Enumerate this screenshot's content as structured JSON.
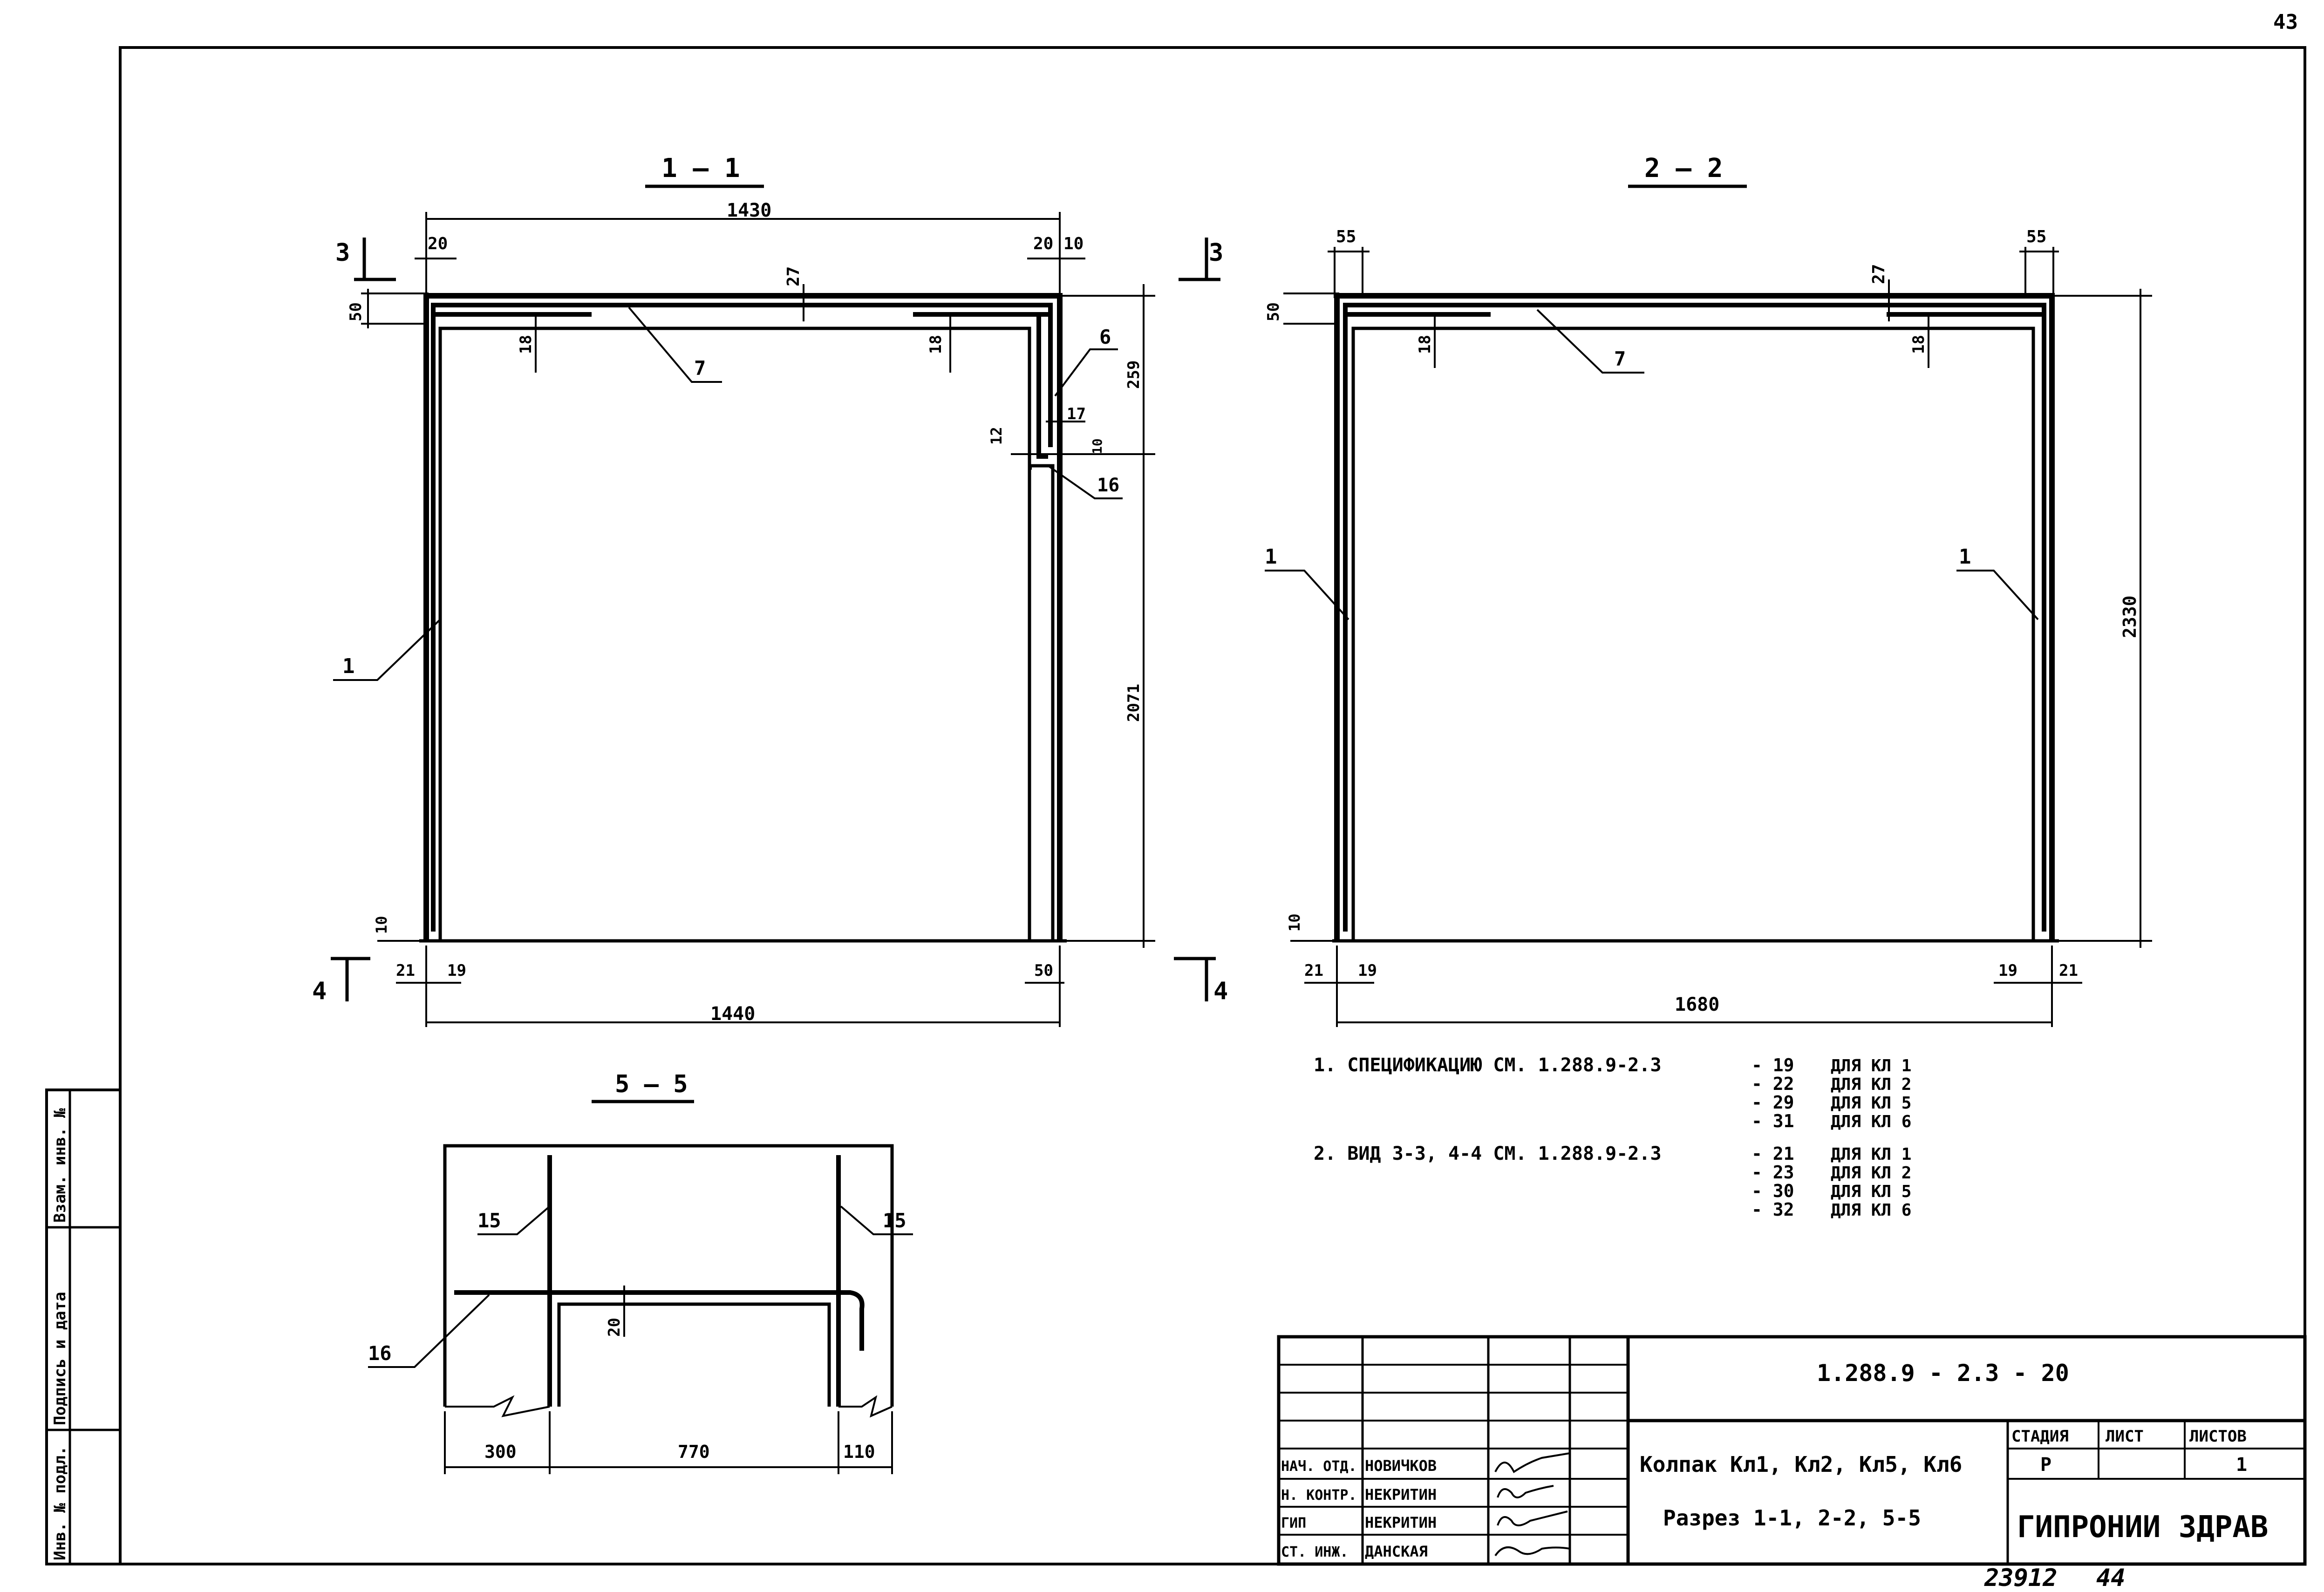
{
  "page_number": "43",
  "section_1_1": {
    "title": "1 — 1",
    "dims": {
      "top_width": "1430",
      "left_20": "20",
      "right_20": "20",
      "right_10": "10",
      "top_thickness": "50",
      "mid_27": "27",
      "left_18": "18",
      "right_18": "18",
      "side_259": "259",
      "side_2071": "2071",
      "n17": "17",
      "n12": "12",
      "n10_side": "10",
      "bottom_10": "10",
      "bottom_21": "21",
      "bottom_19": "19",
      "bottom_50": "50",
      "bottom_width": "1440"
    },
    "callouts": {
      "bar7": "7",
      "bar6": "6",
      "bar16": "16",
      "bar1": "1"
    },
    "view3_label": "3",
    "view3_label_right": "3",
    "view4_label": "4",
    "view4_label_right": "4"
  },
  "section_2_2": {
    "title": "2 — 2",
    "dims": {
      "left_55": "55",
      "right_55": "55",
      "top_50": "50",
      "mid_27": "27",
      "left_18": "18",
      "right_18": "18",
      "height": "2330",
      "bottom_10": "10",
      "bottom_21_left": "21",
      "bottom_19_left": "19",
      "bottom_19_right": "19",
      "bottom_21_right": "21",
      "bottom_width": "1680"
    },
    "callouts": {
      "bar7": "7",
      "bar1_left": "1",
      "bar1_right": "1"
    }
  },
  "section_5_5": {
    "title": "5 — 5",
    "dims": {
      "d300": "300",
      "d770": "770",
      "d110": "110",
      "d20": "20"
    },
    "callouts": {
      "bar15_left": "15",
      "bar15_right": "15",
      "bar16": "16"
    }
  },
  "notes": {
    "note1_label": "1. СПЕЦИФИКАЦИЮ СМ. 1.288.9-2.3 - 19",
    "note1_rows": [
      {
        "code": "- 19",
        "text": "ДЛЯ КЛ 1"
      },
      {
        "code": "- 22",
        "text": "ДЛЯ КЛ 2"
      },
      {
        "code": "- 29",
        "text": "ДЛЯ КЛ 5"
      },
      {
        "code": "- 31",
        "text": "ДЛЯ КЛ 6"
      }
    ],
    "note1_prefix": "1. СПЕЦИФИКАЦИЮ СМ. 1.288.9-2.3",
    "note2_prefix": "2. ВИД 3-3, 4-4   СМ. 1.288.9-2.3",
    "note2_rows": [
      {
        "code": "- 21",
        "text": "ДЛЯ КЛ 1"
      },
      {
        "code": "- 23",
        "text": "ДЛЯ КЛ 2"
      },
      {
        "code": "- 30",
        "text": "ДЛЯ КЛ 5"
      },
      {
        "code": "- 32",
        "text": "ДЛЯ КЛ 6"
      }
    ]
  },
  "title_block": {
    "doc_code": "1.288.9 - 2.3 - 20",
    "name_line1": "Колпак Кл1, Кл2, Кл5, Кл6",
    "name_line2": "Разрез 1-1, 2-2, 5-5",
    "stage_header": "СТАДИЯ",
    "sheet_header": "ЛИСТ",
    "sheets_header": "ЛИСТОВ",
    "stage_value": "Р",
    "sheet_value": "",
    "sheets_value": "1",
    "org": "ГИПРОНИИ ЗДРАВ",
    "people": [
      {
        "role": "НАЧ. ОТД.",
        "name": "НОВИЧКОВ"
      },
      {
        "role": "Н. КОНТР.",
        "name": "НЕКРИТИН"
      },
      {
        "role": "ГИП",
        "name": "НЕКРИТИН"
      },
      {
        "role": "СТ. ИНЖ.",
        "name": "ДАНСКАЯ"
      }
    ],
    "footer_number": "23912",
    "footer_page": "44"
  },
  "side_stamp": {
    "inv_orig": "Инв. № подл.",
    "sign_date": "Подпись и дата",
    "inv_repl": "Взам. инв. №"
  }
}
